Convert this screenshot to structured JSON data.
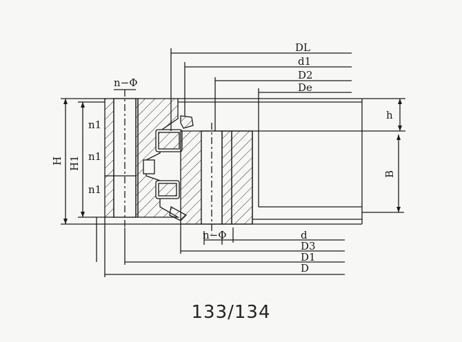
{
  "caption": "133/134",
  "labels": {
    "DL": "DL",
    "d1": "d1",
    "D2": "D2",
    "De": "De",
    "d": "d",
    "D3": "D3",
    "D1": "D1",
    "D": "D",
    "H": "H",
    "H1": "H1",
    "h": "h",
    "B": "B",
    "nphi_top": "n−Φ",
    "nphi_bottom": "n−Φ",
    "n1_a": "n1",
    "n1_b": "n1",
    "n1_c": "n1"
  },
  "colors": {
    "line": "#1a1a1a",
    "background": "#f7f7f5"
  }
}
